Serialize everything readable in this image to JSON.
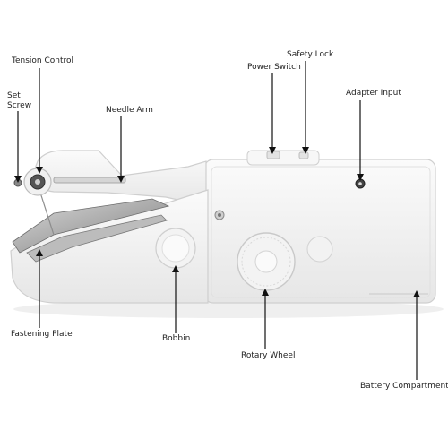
{
  "labels": {
    "tension_control": "Tension Control",
    "set_screw_line1": "Set",
    "set_screw_line2": "Screw",
    "needle_arm": "Needle Arm",
    "power_switch": "Power Switch",
    "safety_lock": "Safety Lock",
    "adapter_input": "Adapter Input",
    "fastening_plate": "Fastening Plate",
    "bobbin": "Bobbin",
    "rotary_wheel": "Rotary Wheel",
    "battery_compartment": "Battery Compartment"
  },
  "colors": {
    "body": "#f4f4f4",
    "outline": "#c9c9c9",
    "shadow": "#e2e2e2",
    "leader": "#111111",
    "metal": "#9a9a9a"
  }
}
